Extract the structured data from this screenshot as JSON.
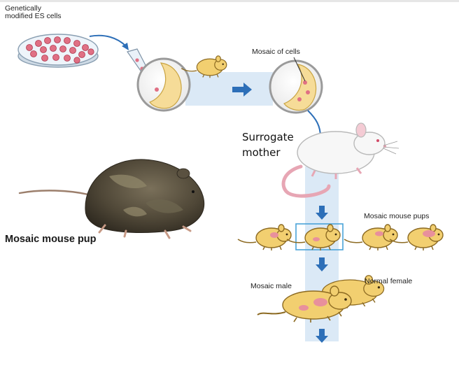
{
  "labels": {
    "es_cells": "Genetically\nmodified ES cells",
    "mosaic_of_cells": "Mosaic of cells",
    "surrogate": "Surrogate\nmother",
    "mosaic_pup": "Mosaic mouse pup",
    "mosaic_pups": "Mosaic mouse pups",
    "mosaic_male": "Mosaic male",
    "normal_female": "Normal female"
  },
  "colors": {
    "flow_band": "#dbe9f6",
    "arrow_blue": "#2d6fb8",
    "mouse_yellow": "#f2cf70",
    "mouse_outline": "#8c6a22",
    "cell_red": "#d9536a",
    "white_mouse": "#f7f7f7",
    "pink": "#e7a6b4",
    "photo_fur": "#4a4234"
  },
  "icons": [
    "petri-dish-icon",
    "pipette-icon",
    "blastocyst-icon",
    "mouse-icon",
    "flow-arrow-icon",
    "white-mouse-icon",
    "mosaic-pup-photo",
    "selection-box-icon"
  ]
}
